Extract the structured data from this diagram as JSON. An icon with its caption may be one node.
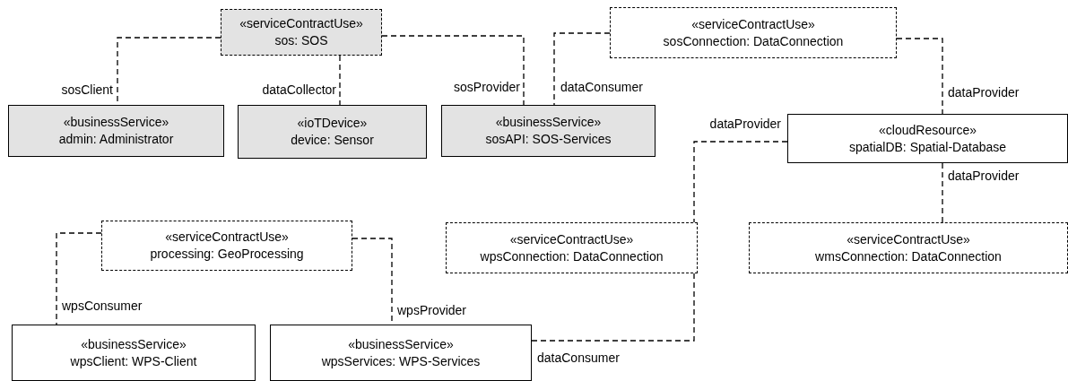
{
  "diagram": {
    "nodes": [
      {
        "text": [
          "«serviceContractUse»",
          "sos: SOS"
        ]
      },
      {
        "text": [
          "«businessService»",
          "admin: Administrator"
        ]
      },
      {
        "text": [
          "«ioTDevice»",
          "device: Sensor"
        ]
      },
      {
        "text": [
          "«businessService»",
          "sosAPI: SOS-Services"
        ]
      },
      {
        "text": [
          "«serviceContractUse»",
          "sosConnection: DataConnection"
        ]
      },
      {
        "text": [
          "«cloudResource»",
          "spatialDB: Spatial-Database"
        ]
      },
      {
        "text": [
          "«serviceContractUse»",
          "processing: GeoProcessing"
        ]
      },
      {
        "text": [
          "«serviceContractUse»",
          "wpsConnection: DataConnection"
        ]
      },
      {
        "text": [
          "«serviceContractUse»",
          "wmsConnection: DataConnection"
        ]
      },
      {
        "text": [
          "«businessService»",
          "wpsClient: WPS-Client"
        ]
      },
      {
        "text": [
          "«businessService»",
          "wpsServices: WPS-Services"
        ]
      }
    ],
    "edges": [
      {
        "from": 0,
        "to": 1,
        "arrow": "none",
        "label": "sosClient"
      },
      {
        "from": 0,
        "to": 2,
        "arrow": "none",
        "label": "dataCollector"
      },
      {
        "from": 0,
        "to": 3,
        "arrow": "none",
        "label": "sosProvider"
      },
      {
        "from": 4,
        "to": 3,
        "arrow": "none",
        "label": "dataConsumer"
      },
      {
        "from": 4,
        "to": 5,
        "arrow": "none",
        "label": "dataProvider"
      },
      {
        "from": 5,
        "to": 7,
        "arrow": "none",
        "label": "dataProvider"
      },
      {
        "from": 5,
        "to": 8,
        "arrow": "none",
        "label": "dataProvider"
      },
      {
        "from": 6,
        "to": 9,
        "arrow": "none",
        "label": "wpsConsumer"
      },
      {
        "from": 6,
        "to": 10,
        "arrow": "none",
        "label": "wpsProvider"
      },
      {
        "from": 7,
        "to": 10,
        "arrow": "none",
        "label": "dataConsumer"
      }
    ]
  }
}
